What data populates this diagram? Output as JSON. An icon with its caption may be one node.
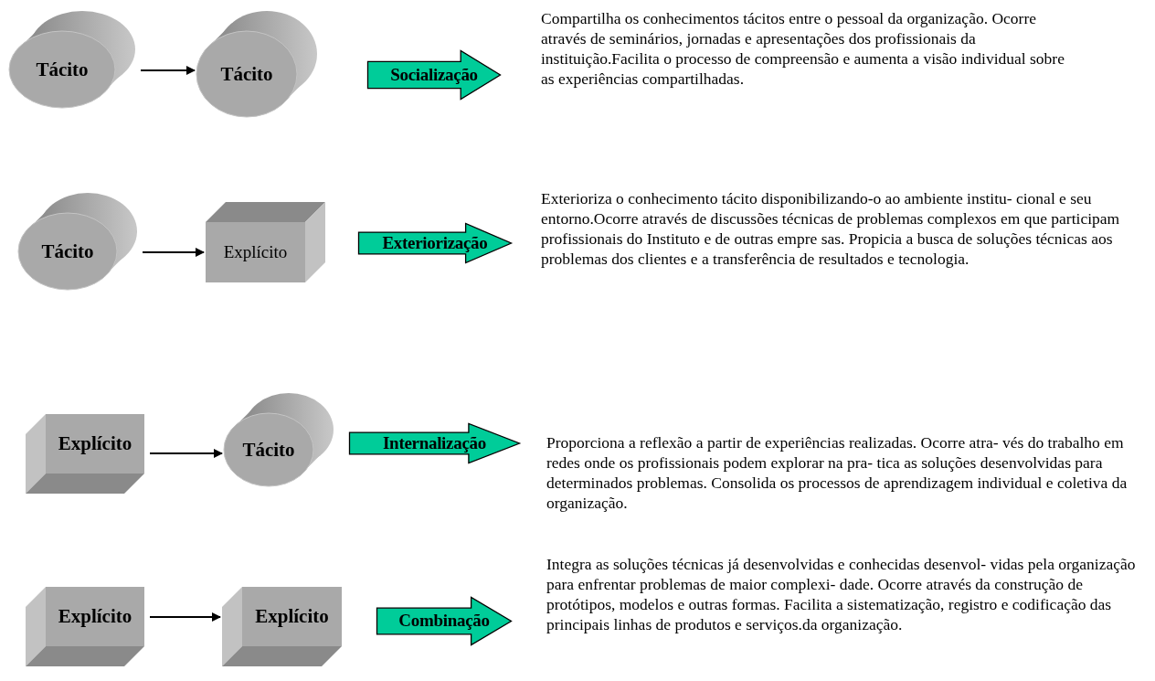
{
  "diagram": {
    "nodes": [
      {
        "text": [
          "Tácito"
        ]
      },
      {
        "text": [
          "Tácito"
        ]
      },
      {
        "text": [
          "Socialização"
        ]
      },
      {
        "text": [
          "Tácito"
        ]
      },
      {
        "text": [
          "Explícito"
        ]
      },
      {
        "text": [
          "Exteriorização"
        ]
      },
      {
        "text": [
          "Explícito"
        ]
      },
      {
        "text": [
          "Tácito"
        ]
      },
      {
        "text": [
          "Internalização"
        ]
      },
      {
        "text": [
          "Explícito"
        ]
      },
      {
        "text": [
          "Explícito"
        ]
      },
      {
        "text": [
          "Combinação"
        ]
      }
    ],
    "edges": [
      {
        "from": 0,
        "to": 1,
        "arrow": "to"
      },
      {
        "from": 3,
        "to": 4,
        "arrow": "to"
      },
      {
        "from": 6,
        "to": 7,
        "arrow": "to"
      },
      {
        "from": 9,
        "to": 10,
        "arrow": "to"
      }
    ],
    "labels": [
      "Compartilha os conhecimentos tácitos entre o pessoal da organização. Ocorre através de seminários, jornadas e apresentações dos profissionais da instituição.Facilita o processo de compreensão e aumenta a visão individual sobre as experiências compartilhadas.",
      "Exterioriza o conhecimento tácito disponibilizando-o ao ambiente institu- cional e seu entorno.Ocorre através de discussões técnicas de problemas complexos em que participam profissionais do Instituto e de outras empre sas. Propicia a busca de soluções técnicas aos problemas dos clientes e a transferência de resultados e tecnologia.",
      "Proporciona a reflexão a partir de experiências realizadas. Ocorre atra- vés do trabalho em redes onde os profissionais podem explorar na pra- tica as soluções desenvolvidas para determinados problemas. Consolida os processos de aprendizagem individual e coletiva da organização.",
      "Integra as soluções técnicas já desenvolvidas e conhecidas desenvol- vidas pela organização para enfrentar problemas de maior complexi- dade. Ocorre através da construção de protótipos, modelos e outras formas. Facilita a sistematização, registro e codificação das principais linhas de produtos e serviços.da organização."
    ]
  }
}
